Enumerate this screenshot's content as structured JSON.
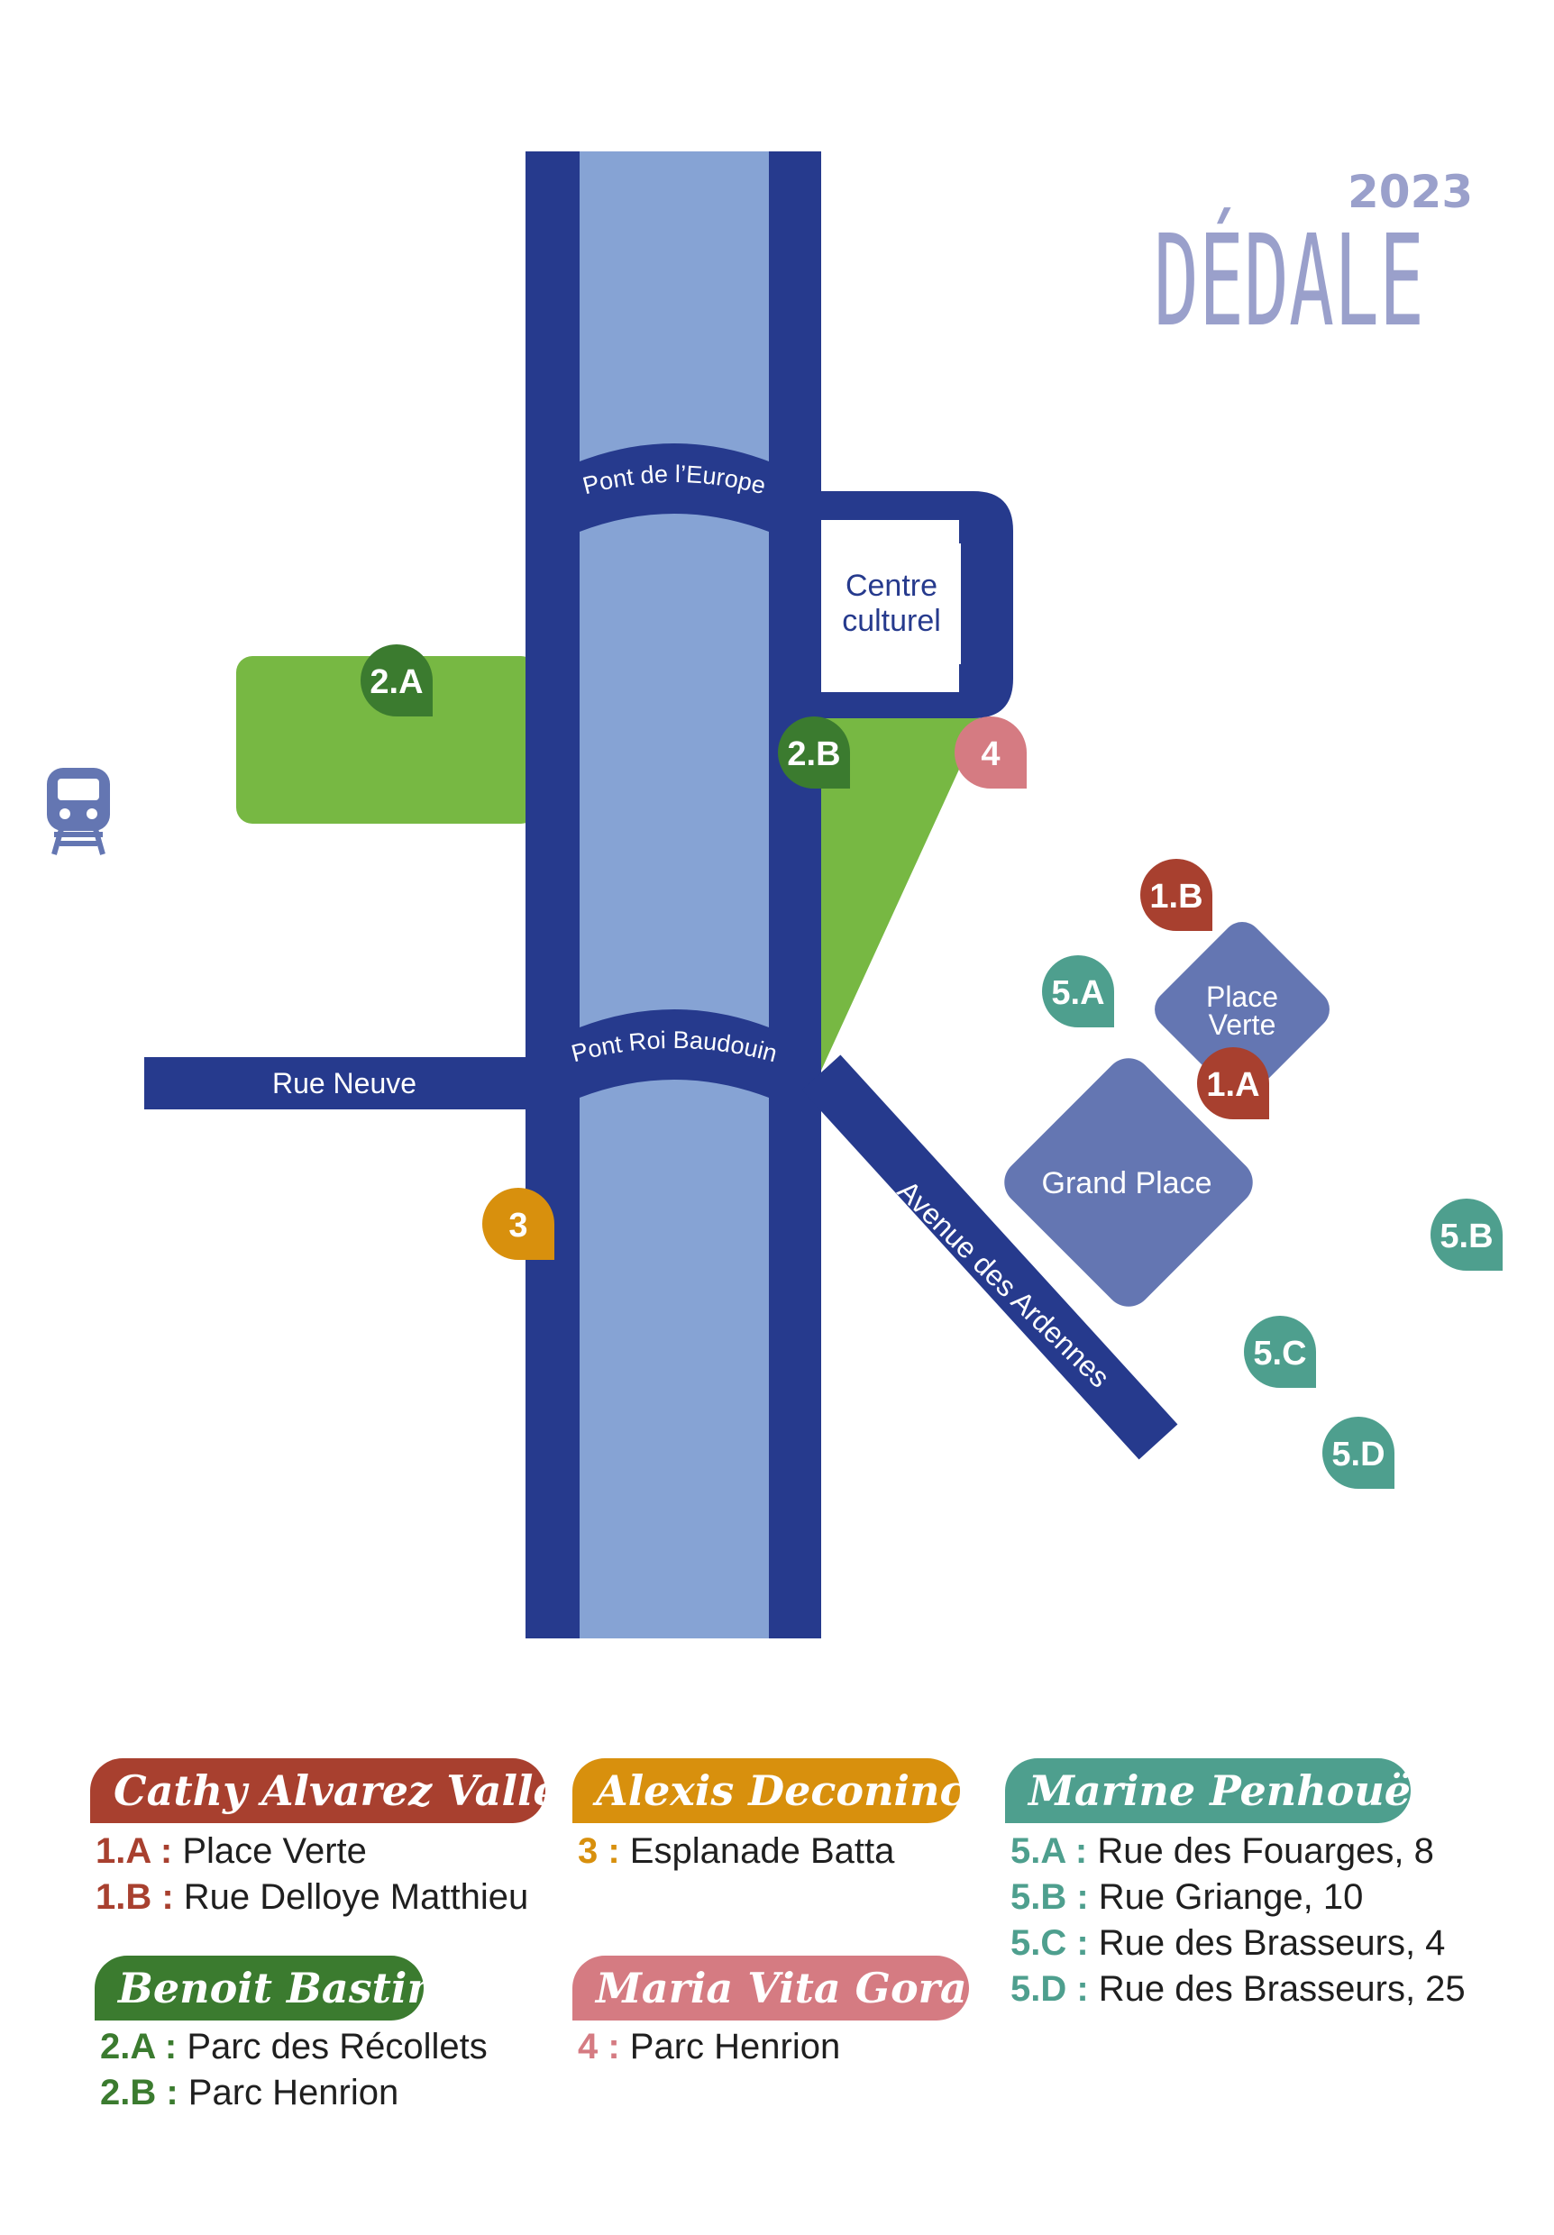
{
  "colors": {
    "river": "#86a3d4",
    "road": "#263a8d",
    "park": "#77b843",
    "square": "#6476b2",
    "logo": "#9aa0cb",
    "cathy": "#a8402f",
    "benoit": "#3b7b2f",
    "alexis": "#d8900d",
    "maria": "#d57b82",
    "marine": "#4e9f8e"
  },
  "icons": {
    "station": "train-icon"
  },
  "logo": {
    "word": "DÉDALE",
    "year": "2023"
  },
  "places": {
    "pont_europe": "Pont de l’Europe",
    "pont_roi": "Pont Roi Baudouin",
    "rue_neuve": "Rue Neuve",
    "avenue": "Avenue des Ardennes",
    "centre_line1": "Centre",
    "centre_line2": "culturel",
    "place_verte_line1": "Place",
    "place_verte_line2": "Verte",
    "grand_place": "Grand Place"
  },
  "markers": [
    {
      "code": "2.A",
      "color": "benoit"
    },
    {
      "code": "2.B",
      "color": "benoit"
    },
    {
      "code": "4",
      "color": "maria"
    },
    {
      "code": "1.B",
      "color": "cathy"
    },
    {
      "code": "5.A",
      "color": "marine"
    },
    {
      "code": "1.A",
      "color": "cathy"
    },
    {
      "code": "3",
      "color": "alexis"
    },
    {
      "code": "5.B",
      "color": "marine"
    },
    {
      "code": "5.C",
      "color": "marine"
    },
    {
      "code": "5.D",
      "color": "marine"
    }
  ],
  "legend": [
    {
      "artist": "Cathy Alvarez Valle",
      "color": "cathy",
      "entries": [
        {
          "code": "1.A :",
          "place": "Place Verte"
        },
        {
          "code": "1.B :",
          "place": "Rue Delloye Matthieu"
        }
      ]
    },
    {
      "artist": "Benoit Bastin",
      "color": "benoit",
      "entries": [
        {
          "code": "2.A :",
          "place": "Parc des Récollets"
        },
        {
          "code": "2.B :",
          "place": "Parc Henrion"
        }
      ]
    },
    {
      "artist": "Alexis Deconinck",
      "color": "alexis",
      "entries": [
        {
          "code": "3 :",
          "place": "Esplanade Batta"
        }
      ]
    },
    {
      "artist": "Maria Vita Goral",
      "color": "maria",
      "entries": [
        {
          "code": "4 :",
          "place": "Parc Henrion"
        }
      ]
    },
    {
      "artist": "Marine Penhouët",
      "color": "marine",
      "entries": [
        {
          "code": "5.A :",
          "place": "Rue des Fouarges, 8"
        },
        {
          "code": "5.B :",
          "place": "Rue Griange, 10"
        },
        {
          "code": "5.C :",
          "place": "Rue des Brasseurs, 4"
        },
        {
          "code": "5.D :",
          "place": "Rue des Brasseurs, 25"
        }
      ]
    }
  ]
}
